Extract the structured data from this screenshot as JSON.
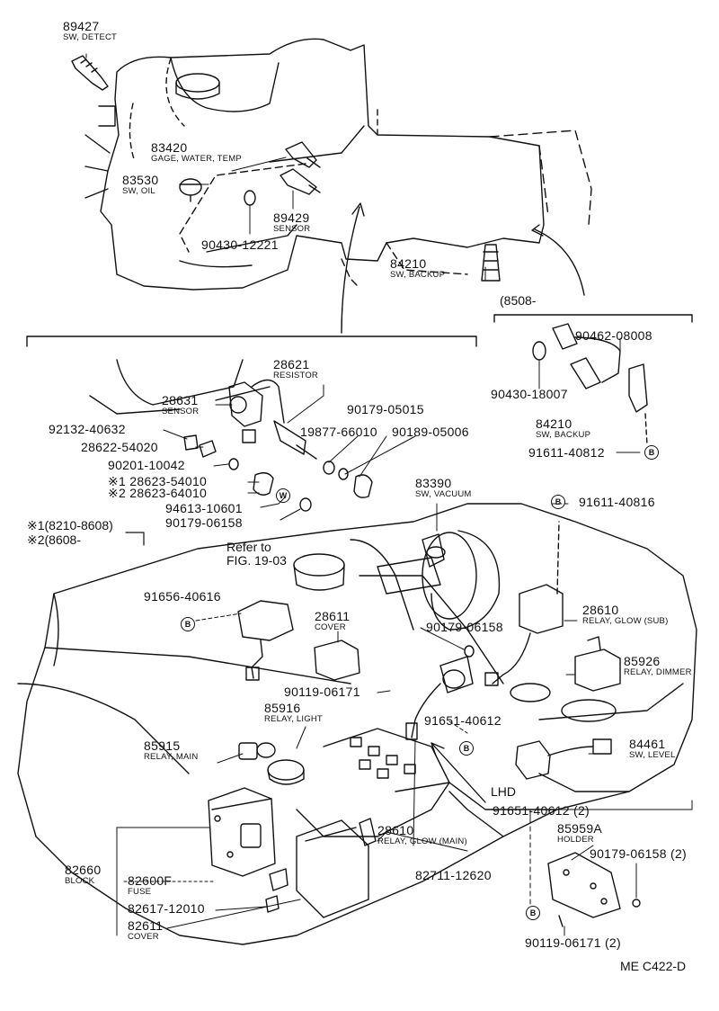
{
  "parts": [
    {
      "id": "p89427",
      "num": "89427",
      "name": "SW, DETECT"
    },
    {
      "id": "p83420",
      "num": "83420",
      "name": "GAGE, WATER, TEMP"
    },
    {
      "id": "p83530",
      "num": "83530",
      "name": "SW, OIL"
    },
    {
      "id": "p89429",
      "num": "89429",
      "name": "SENSOR"
    },
    {
      "id": "p90430a",
      "num": "90430-12221",
      "name": ""
    },
    {
      "id": "p84210a",
      "num": "84210",
      "name": "SW, BACKUP"
    },
    {
      "id": "p90462",
      "num": "90462-08008",
      "name": ""
    },
    {
      "id": "p90430b",
      "num": "90430-18007",
      "name": ""
    },
    {
      "id": "p84210b",
      "num": "84210",
      "name": "SW, BACKUP"
    },
    {
      "id": "p91611a",
      "num": "91611-40812",
      "name": ""
    },
    {
      "id": "p28621",
      "num": "28621",
      "name": "RESISTOR"
    },
    {
      "id": "p28631",
      "num": "28631",
      "name": "SENSOR"
    },
    {
      "id": "p92132",
      "num": "92132-40632",
      "name": ""
    },
    {
      "id": "p28622",
      "num": "28622-54020",
      "name": ""
    },
    {
      "id": "p90179a",
      "num": "90179-05015",
      "name": ""
    },
    {
      "id": "p19877",
      "num": "19877-66010",
      "name": ""
    },
    {
      "id": "p90189",
      "num": "90189-05006",
      "name": ""
    },
    {
      "id": "p90201",
      "num": "90201-10042",
      "name": ""
    },
    {
      "id": "p28623a",
      "num": "※1 28623-54010",
      "name": ""
    },
    {
      "id": "p28623b",
      "num": "※2 28623-64010",
      "name": ""
    },
    {
      "id": "p94613",
      "num": "94613-10601",
      "name": ""
    },
    {
      "id": "p90179b",
      "num": "90179-06158",
      "name": ""
    },
    {
      "id": "p83390",
      "num": "83390",
      "name": "SW, VACUUM"
    },
    {
      "id": "p91611b",
      "num": "91611-40816",
      "name": ""
    },
    {
      "id": "p91656",
      "num": "91656-40616",
      "name": ""
    },
    {
      "id": "p28611",
      "num": "28611",
      "name": "COVER"
    },
    {
      "id": "p90179c",
      "num": "90179-06158",
      "name": ""
    },
    {
      "id": "p28610a",
      "num": "28610",
      "name": "RELAY, GLOW (SUB)"
    },
    {
      "id": "p85926",
      "num": "85926",
      "name": "RELAY, DIMMER"
    },
    {
      "id": "p90119a",
      "num": "90119-06171",
      "name": ""
    },
    {
      "id": "p85916",
      "num": "85916",
      "name": "RELAY, LIGHT"
    },
    {
      "id": "p91651a",
      "num": "91651-40612",
      "name": ""
    },
    {
      "id": "p84461",
      "num": "84461",
      "name": "SW, LEVEL"
    },
    {
      "id": "p85915",
      "num": "85915",
      "name": "RELAY, MAIN"
    },
    {
      "id": "p91651b",
      "num": "91651-40612 (2)",
      "name": ""
    },
    {
      "id": "p85959",
      "num": "85959A",
      "name": "HOLDER"
    },
    {
      "id": "p90179d",
      "num": "90179-06158 (2)",
      "name": ""
    },
    {
      "id": "p28610b",
      "num": "28610",
      "name": "RELAY, GLOW (MAIN)"
    },
    {
      "id": "p82711",
      "num": "82711-12620",
      "name": ""
    },
    {
      "id": "p82660",
      "num": "82660",
      "name": "BLOCK"
    },
    {
      "id": "p82600",
      "num": "82600F",
      "name": "FUSE"
    },
    {
      "id": "p82617",
      "num": "82617-12010",
      "name": ""
    },
    {
      "id": "p82611",
      "num": "82611",
      "name": "COVER"
    },
    {
      "id": "p90119b",
      "num": "90119-06171 (2)",
      "name": ""
    }
  ],
  "notes": {
    "range_backup": "(8508-",
    "range_1": "※1(8210-8608)",
    "range_2": "※2(8608-",
    "refer_line1": "Refer to",
    "refer_line2": "FIG. 19-03",
    "lhd": "LHD",
    "code": "ME C422-D",
    "marker_b": "B",
    "marker_w": "W"
  }
}
